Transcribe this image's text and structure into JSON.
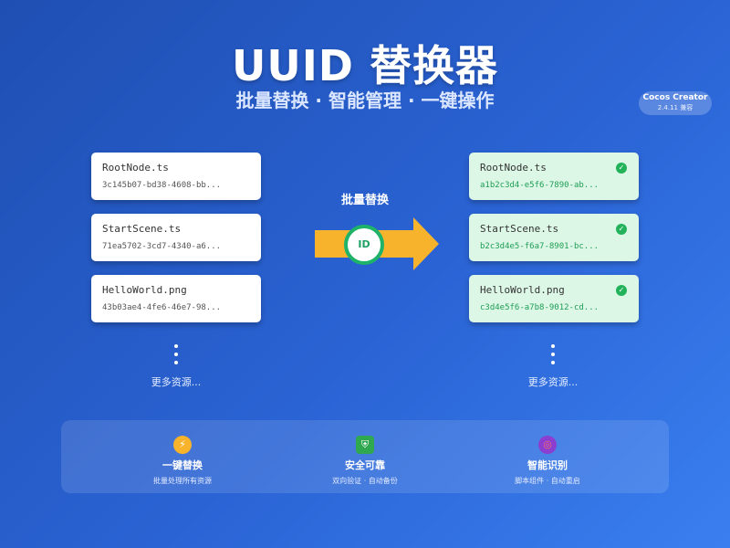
{
  "header": {
    "title": "UUID 替换器",
    "subtitle": "批量替换 · 智能管理 · 一键操作"
  },
  "badge": {
    "name": "Cocos Creator",
    "version": "2.4.11 兼容"
  },
  "source_files": [
    {
      "name": "RootNode.ts",
      "uuid": "3c145b07-bd38-4608-bb..."
    },
    {
      "name": "StartScene.ts",
      "uuid": "71ea5702-3cd7-4340-a6..."
    },
    {
      "name": "HelloWorld.png",
      "uuid": "43b03ae4-4fe6-46e7-98..."
    }
  ],
  "result_files": [
    {
      "name": "RootNode.ts",
      "uuid": "a1b2c3d4-e5f6-7890-ab..."
    },
    {
      "name": "StartScene.ts",
      "uuid": "b2c3d4e5-f6a7-8901-bc..."
    },
    {
      "name": "HelloWorld.png",
      "uuid": "c3d4e5f6-a7b8-9012-cd..."
    }
  ],
  "arrow": {
    "label": "批量替换",
    "badge": "ID"
  },
  "more_label": "更多资源...",
  "features": [
    {
      "icon": "lightning-icon",
      "title": "一键替换",
      "desc": "批量处理所有资源"
    },
    {
      "icon": "shield-icon",
      "title": "安全可靠",
      "desc": "双向验证 · 自动备份"
    },
    {
      "icon": "target-icon",
      "title": "智能识别",
      "desc": "脚本组件 · 自动重启"
    }
  ],
  "colors": {
    "background": "#2a63d4",
    "arrow": "#f7b32b",
    "success": "#22b35a",
    "result_card": "#dcf7e6"
  }
}
